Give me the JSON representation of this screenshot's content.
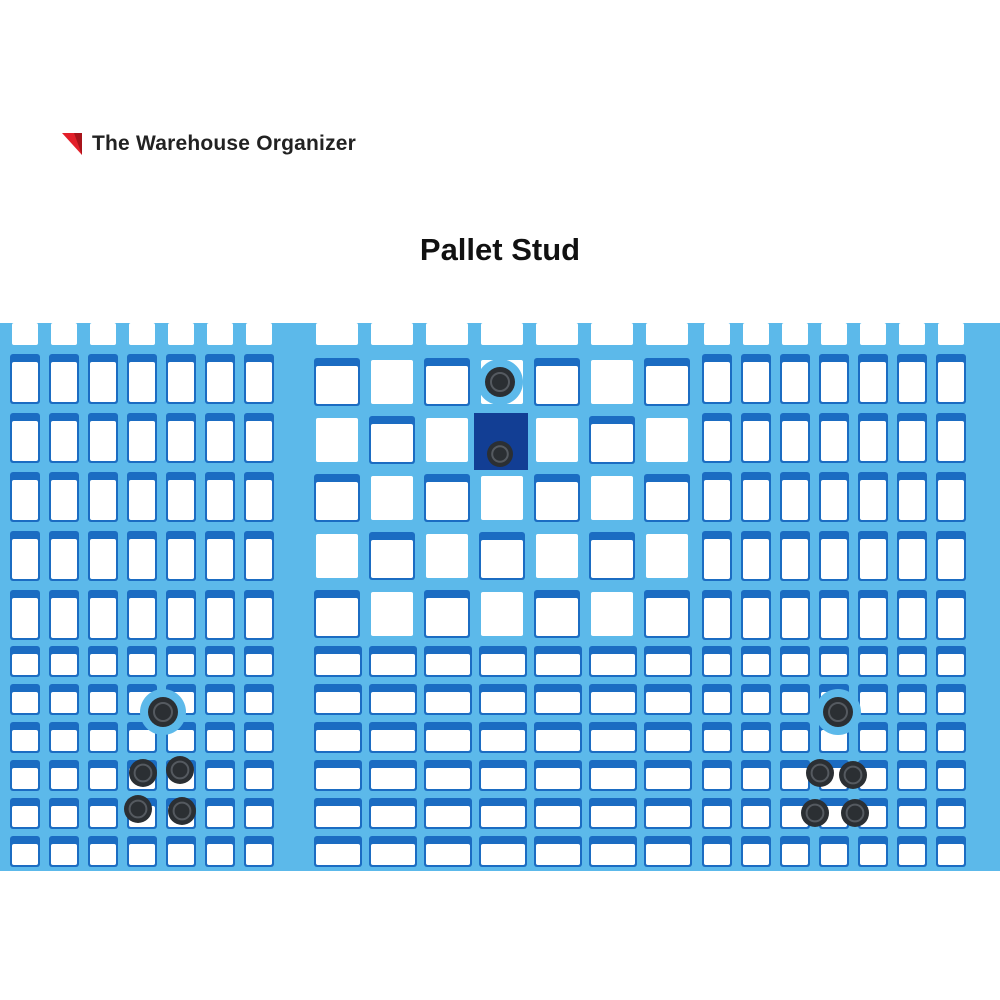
{
  "brand": {
    "name": "The Warehouse Organizer",
    "logo_icon": "red-triangle-logo",
    "logo_color": "#e3202a"
  },
  "product": {
    "title": "Pallet Stud"
  },
  "colors": {
    "pallet_light": "#5cb9ea",
    "pallet_dark": "#1b6cc2",
    "stud": "#2b2f33",
    "stud_plate": "#123e94"
  }
}
